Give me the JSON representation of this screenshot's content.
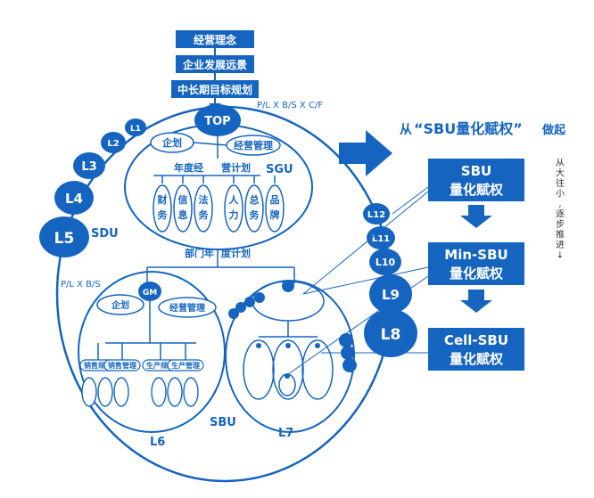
{
  "colors": {
    "primary": "#1565c0",
    "background": "#ffffff",
    "text_on_primary": "#ffffff"
  },
  "top_stack": [
    "经营理念",
    "企业发展远景",
    "中长期目标规划"
  ],
  "top_node": "TOP",
  "formula_top": "P/L X B/S X C/F",
  "formula_left": "P/L X B/S",
  "sgu": {
    "label": "SGU",
    "plan": "企划",
    "manage": "经营管理",
    "annual_plan": [
      "年度经",
      "营计划"
    ],
    "functions": [
      [
        "财",
        "务"
      ],
      [
        "信",
        "息"
      ],
      [
        "法",
        "务"
      ],
      [
        "人",
        "力"
      ],
      [
        "总",
        "务"
      ],
      [
        "品",
        "牌"
      ]
    ]
  },
  "dept_plan": [
    "部门年",
    "度计划"
  ],
  "gm": {
    "node": "GM",
    "plan": "企划",
    "manage": "经营管理",
    "subs": [
      "销售规划",
      "销售管理",
      "生产规划",
      "生产管理"
    ]
  },
  "levels_left": [
    "L1",
    "L2",
    "L3",
    "L4",
    "L5"
  ],
  "levels_right": [
    "L12",
    "L11",
    "L10",
    "L9",
    "L8"
  ],
  "sdu": "SDU",
  "sbu": "SBU",
  "l6": "L6",
  "l7": "L7",
  "heading": {
    "prefix": "从",
    "main": "“SBU量化赋权”",
    "suffix": "做起"
  },
  "boxes": [
    {
      "line1": "SBU",
      "line2": "量化赋权"
    },
    {
      "line1": "Min-SBU",
      "line2": "量化赋权"
    },
    {
      "line1": "Cell-SBU",
      "line2": "量化赋权"
    }
  ],
  "side_note": [
    "从",
    "大",
    "往",
    "小",
    ",",
    "逐",
    "步",
    "推",
    "进",
    "↓"
  ]
}
